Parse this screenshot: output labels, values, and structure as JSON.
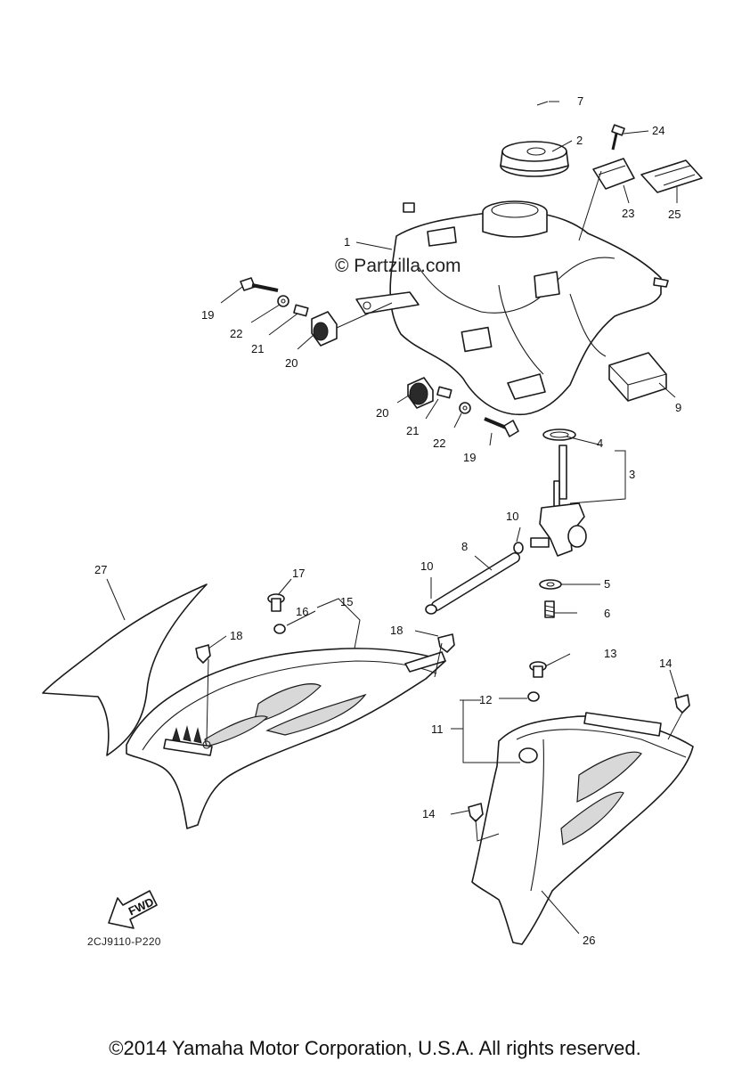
{
  "watermark": "© Partzilla.com",
  "diagram_code": "2CJ9110-P220",
  "copyright": "©2014 Yamaha Motor Corporation, U.S.A. All rights reserved.",
  "fwd_label": "FWD",
  "callouts": {
    "c1": "1",
    "c2": "2",
    "c3": "3",
    "c4": "4",
    "c5": "5",
    "c6": "6",
    "c7": "7",
    "c8": "8",
    "c9": "9",
    "c10a": "10",
    "c10b": "10",
    "c11": "11",
    "c12": "12",
    "c13": "13",
    "c14a": "14",
    "c14b": "14",
    "c15": "15",
    "c16": "16",
    "c17": "17",
    "c18a": "18",
    "c18b": "18",
    "c19a": "19",
    "c19b": "19",
    "c20a": "20",
    "c20b": "20",
    "c21a": "21",
    "c21b": "21",
    "c22a": "22",
    "c22b": "22",
    "c23": "23",
    "c24": "24",
    "c25": "25",
    "c26": "26",
    "c27": "27"
  }
}
